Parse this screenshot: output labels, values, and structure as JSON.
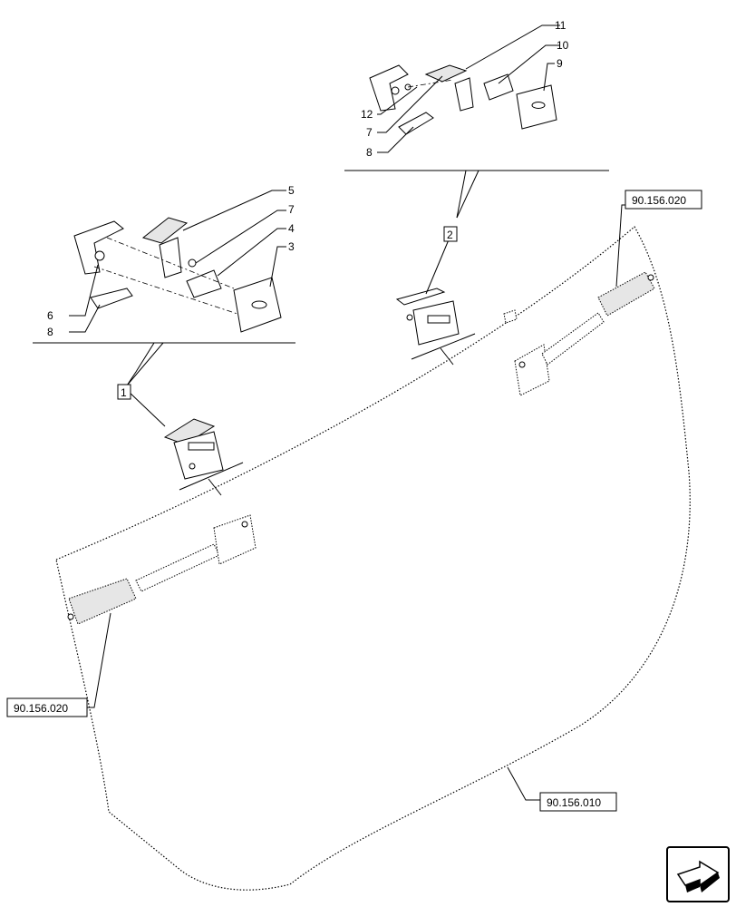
{
  "callouts": {
    "n1": "1",
    "n2": "2",
    "n3": "3",
    "n4": "4",
    "n5": "5",
    "n6": "6",
    "n7a": "7",
    "n8a": "8",
    "n7b": "7",
    "n8b": "8",
    "n9": "9",
    "n10": "10",
    "n11": "11",
    "n12": "12"
  },
  "references": {
    "strut_right": "90.156.020",
    "strut_left": "90.156.020",
    "glass": "90.156.010"
  },
  "colors": {
    "ink": "#000000",
    "paper": "#ffffff",
    "shade": "#e6e6e6"
  },
  "icons": {
    "nav": "arrow-navigation-icon"
  }
}
